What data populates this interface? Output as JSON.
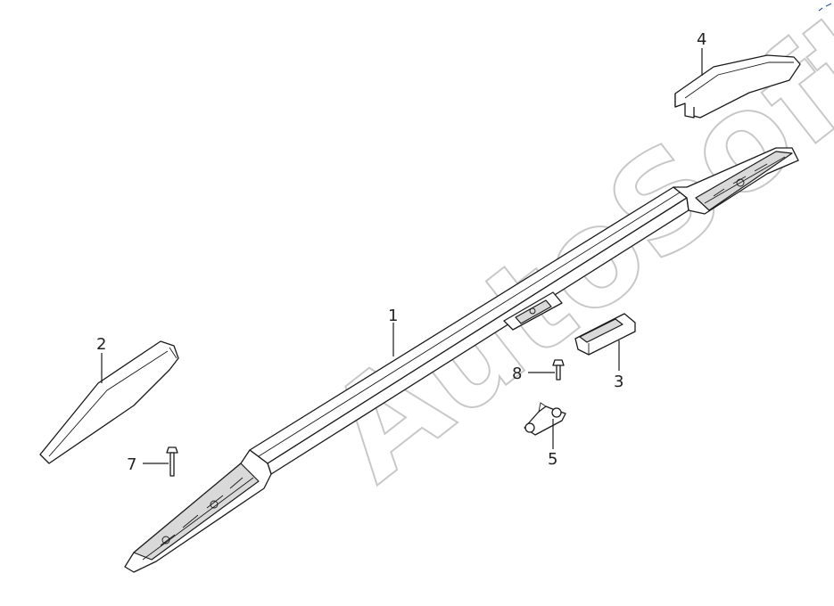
{
  "watermark": "AutoSoft",
  "callouts": {
    "c1": "1",
    "c2": "2",
    "c3": "3",
    "c4": "4",
    "c5": "5",
    "c7": "7",
    "c8": "8"
  }
}
